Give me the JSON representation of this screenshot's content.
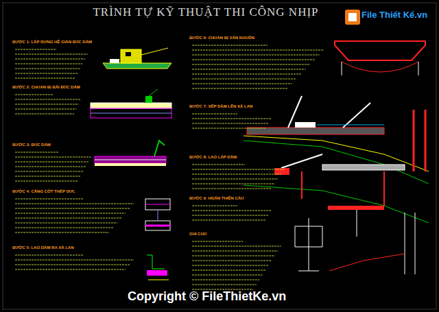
{
  "diagram": {
    "title": "TRÌNH TỰ KỸ THUẬT THI CÔNG NHỊP",
    "labels": [
      "File Thiết Kế.vn",
      "BƯỚC 1: LẮP DỰNG HỆ GIÀN ĐÚC DẦM",
      "BƯỚC 2: CHUẨN BỊ BÃI ĐÚC DẦM",
      "BƯỚC 3: ĐÚC DẦM",
      "BƯỚC 4: CĂNG CỐT THÉP DƯL",
      "BƯỚC 5: LAO DẦM RA XÀ LAN",
      "BƯỚC 6: CHUẨN BỊ VÁN KHUÔN",
      "BƯỚC 7: XẾP DẦM LÊN XÀ LAN",
      "BƯỚC 8: LAO LẮP DẦM",
      "BƯỚC 9: HOÀN THIỆN CẦU",
      "GHI CHÚ",
      "Copyright © FileThietKe.vn"
    ]
  }
}
